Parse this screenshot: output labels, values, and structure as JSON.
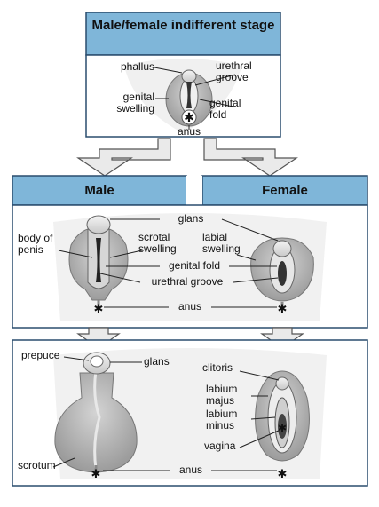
{
  "title": "Male/female indifferent stage",
  "columns": {
    "male": "Male",
    "female": "Female"
  },
  "indifferent_labels": {
    "phallus": "phallus",
    "urethral_groove": "urethral groove",
    "genital_swelling": "genital swelling",
    "genital_fold": "genital fold",
    "anus": "anus"
  },
  "middle_labels": {
    "glans": "glans",
    "body_of_penis": "body of penis",
    "scrotal_swelling": "scrotal swelling",
    "labial_swelling": "labial swelling",
    "genital_fold": "genital fold",
    "urethral_groove": "urethral groove",
    "anus": "anus"
  },
  "bottom_labels": {
    "prepuce": "prepuce",
    "glans": "glans",
    "scrotum": "scrotum",
    "clitoris": "clitoris",
    "labium_majus": "labium majus",
    "labium_minus": "labium minus",
    "vagina": "vagina",
    "anus": "anus"
  },
  "colors": {
    "header_blue": "#7fb6d9",
    "header_border": "#2a4d6e",
    "panel_bg": "#eeeeee",
    "tissue": "#b4b4b4",
    "arrow_fill": "#eaeaea"
  }
}
